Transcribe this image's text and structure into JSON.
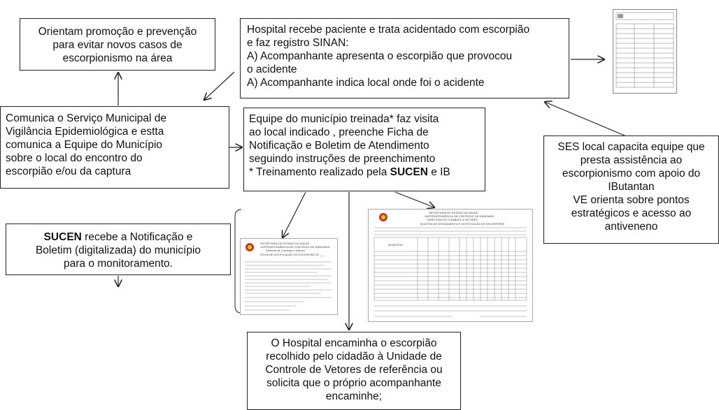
{
  "boxes": {
    "prevention": {
      "lines": [
        "Orientam  promoção e prevenção",
        "para evitar novos casos de",
        "escorpionismo na área"
      ]
    },
    "hospital": {
      "lines": [
        "Hospital recebe paciente e trata acidentado com escorpião",
        "e faz registro SINAN:",
        "A)  Acompanhante apresenta o escorpião que provocou",
        "o acidente",
        "A)  Acompanhante indica local onde foi o acidente"
      ]
    },
    "communicates": {
      "lines": [
        "Comunica o Serviço Municipal de",
        "Vigilância Epidemiológica  e estta",
        "comunica  a  Equipe do Município",
        "sobre o local do encontro do",
        "escorpião e/ou da captura"
      ]
    },
    "team": {
      "lines": [
        " Equipe do município treinada* faz visita",
        "ao local indicado , preenche  Ficha de",
        "Notificação e Boletim de Atendimento",
        "seguindo instruções de preenchimento"
      ],
      "last_prefix": "* Treinamento  realizado pela ",
      "last_bold": "SUCEN",
      "last_suffix": " e IB"
    },
    "ses": {
      "lines": [
        "SES local capacita equipe que",
        "presta assistência ao",
        "escorpionismo com apoio do",
        "IButantan",
        "VE orienta sobre pontos",
        "estratégicos e acesso ao",
        "antiveneno"
      ]
    },
    "sucen": {
      "first_bold": "SUCEN",
      "first_suffix": " recebe  a Notificação e",
      "lines": [
        "Boletim  (digitalizada) do município",
        "para o monitoramento."
      ]
    },
    "referral": {
      "lines": [
        "O Hospital encaminha o escorpião",
        "recolhido pelo cidadão à Unidade de",
        "Controle de Vetores de referência ou",
        "solicita que o próprio acompanhante",
        "encaminhe;"
      ]
    }
  },
  "forms": {
    "notification": {
      "header": [
        "SECRETARIA DE ESTADO DA SAÚDE",
        "SUPERINTENDÊNCIA DE CONTROLE DE ENDEMIAS",
        "Diretoria de Combate a Vetores",
        "FICHA DE NOTIFICAÇÃO DE ESCORPIÃO  Nº ____"
      ]
    },
    "bulletin": {
      "header": [
        "SECRETARIA DE ESTADO DA SAÚDE",
        "SUPERINTENDÊNCIA DE CONTROLE DE ENDEMIAS",
        "DIRETORIA DE COMBATE A VETORES",
        "BOLETIM DE ATENDIMENTO E NOTIFICAÇÃO DE ESCORPIÕES"
      ],
      "column_header": "MUNICÍPIO"
    }
  },
  "colors": {
    "line": "#222222",
    "emblem": "#c0392b"
  }
}
